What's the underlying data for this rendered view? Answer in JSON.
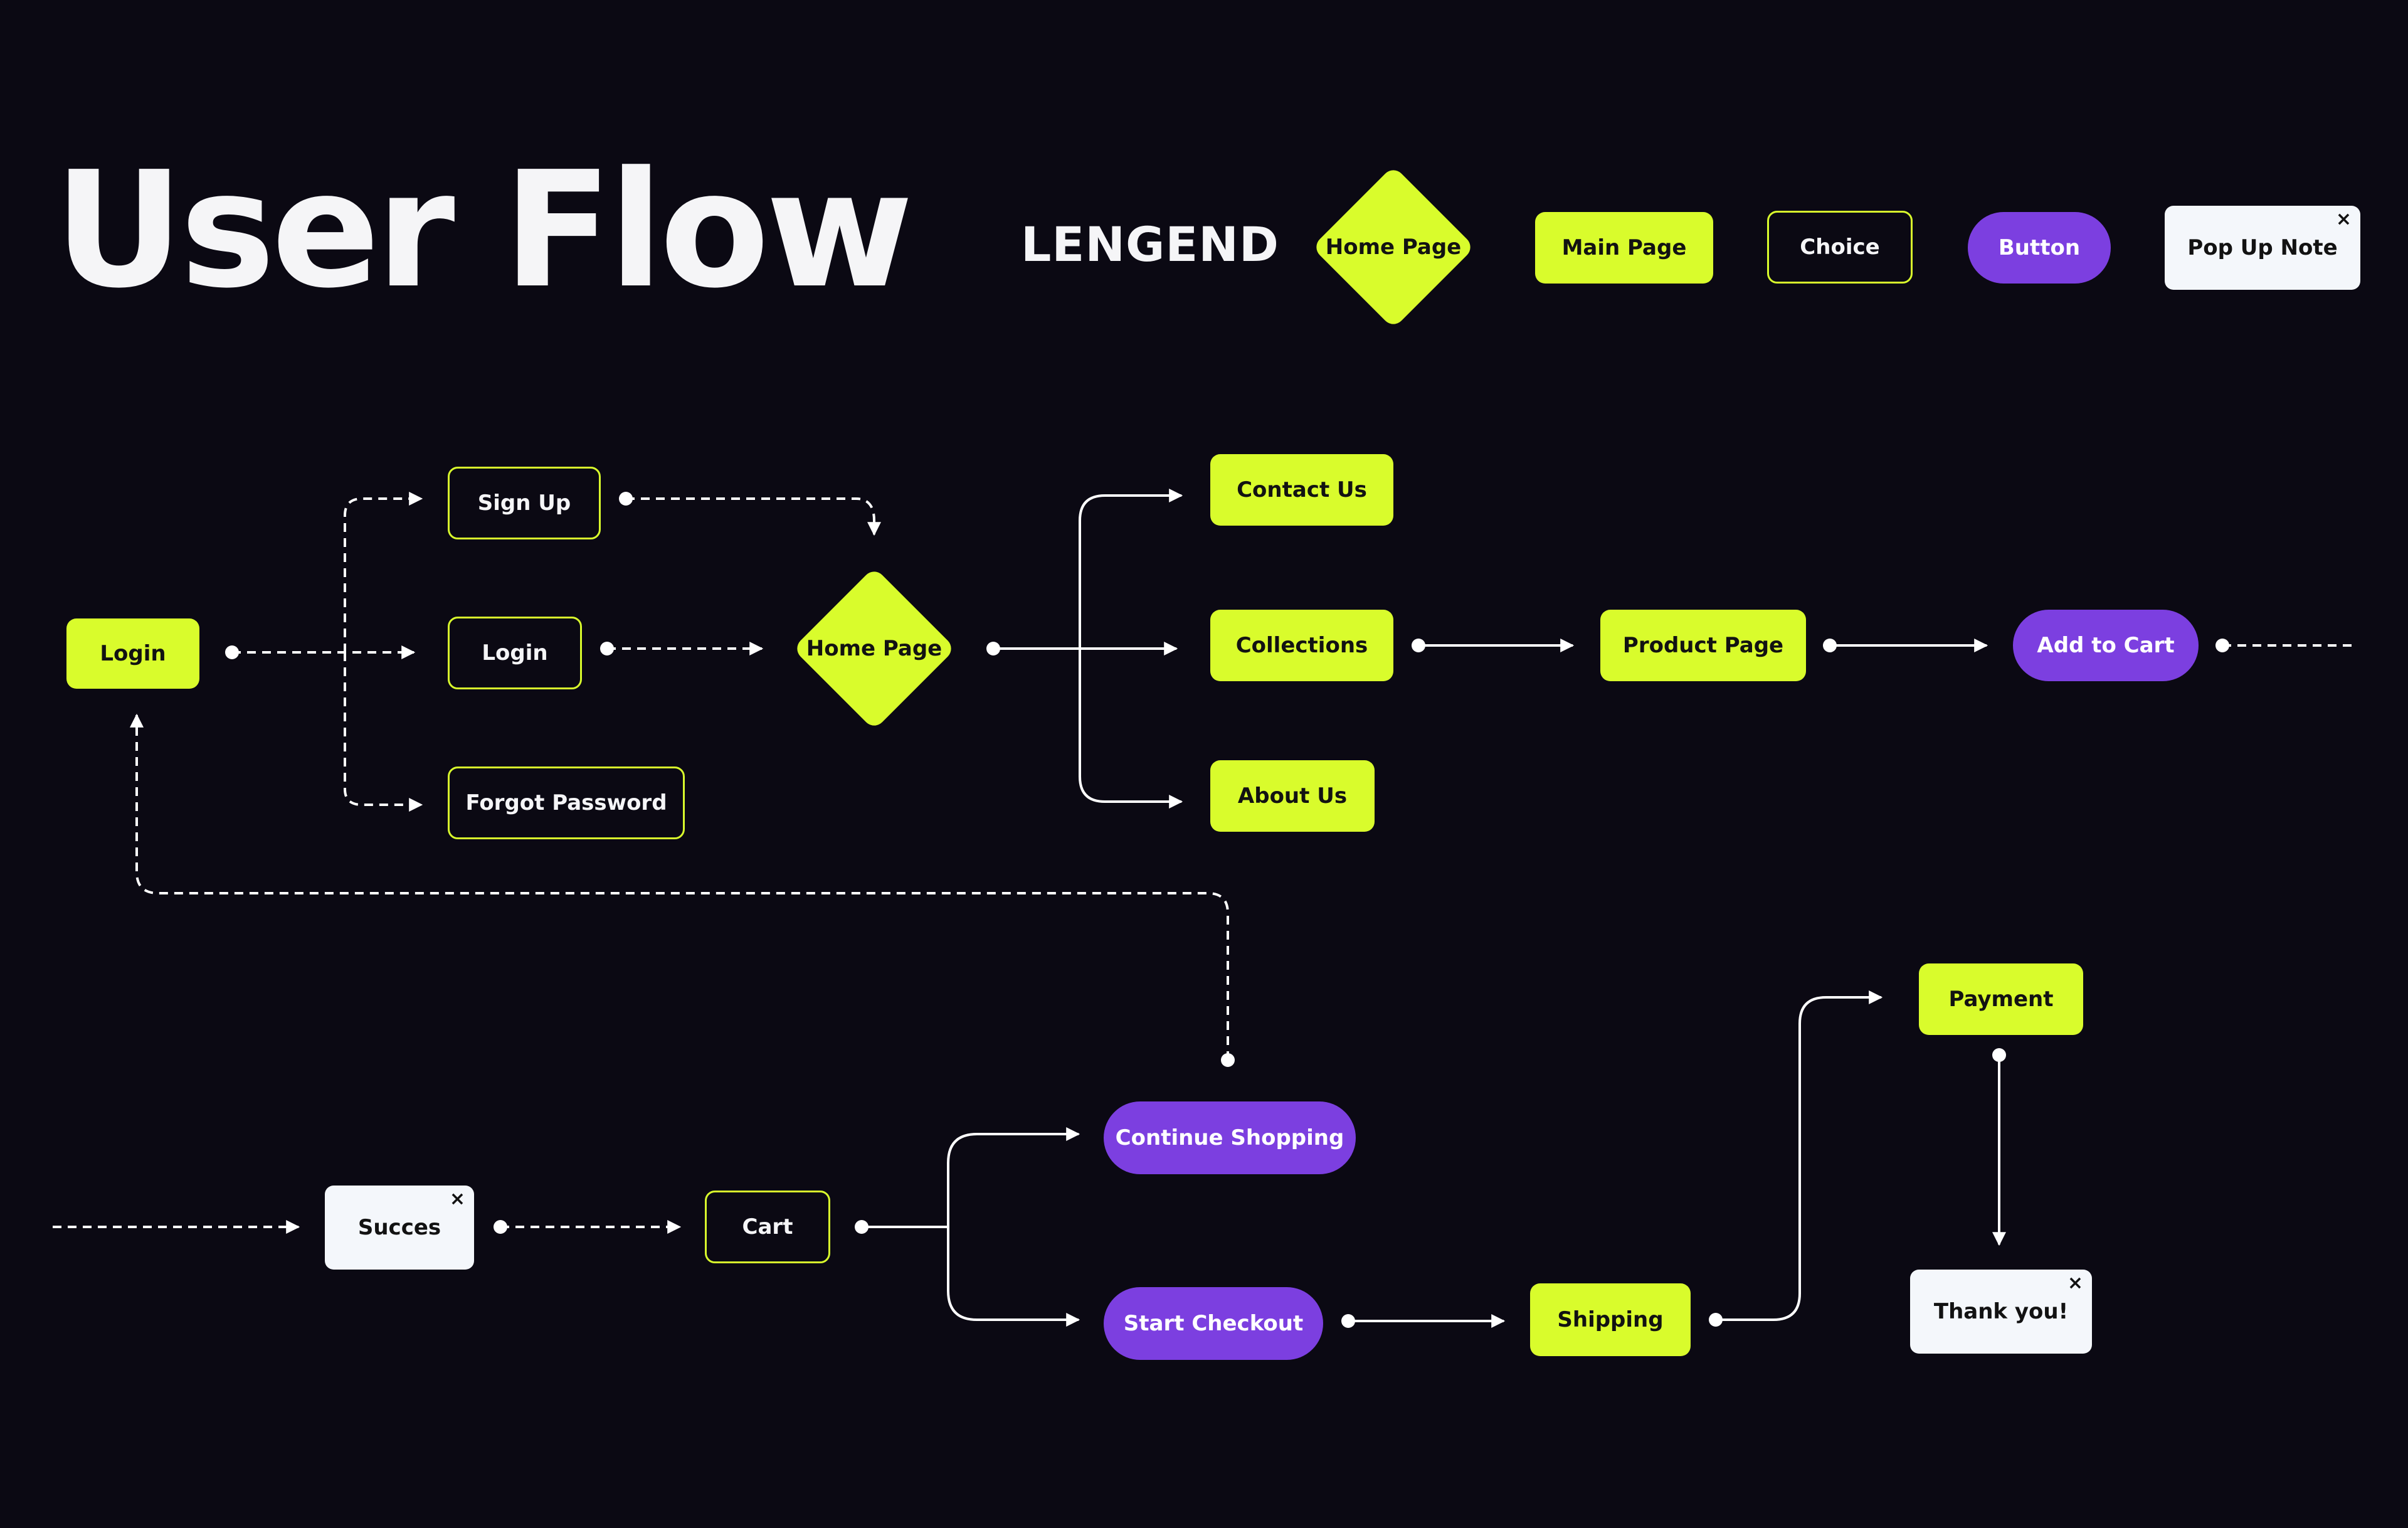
{
  "title": "User Flow",
  "legend": {
    "heading": "LENGEND",
    "home_page": "Home Page",
    "main_page": "Main Page",
    "choice": "Choice",
    "button": "Button",
    "popup": "Pop Up Note"
  },
  "nodes": {
    "login_main": "Login",
    "sign_up": "Sign Up",
    "login_choice": "Login",
    "forgot_password": "Forgot Password",
    "home_page": "Home Page",
    "contact_us": "Contact Us",
    "collections": "Collections",
    "about_us": "About Us",
    "product_page": "Product Page",
    "add_to_cart": "Add to Cart",
    "success": "Succes",
    "cart": "Cart",
    "continue_shopping": "Continue Shopping",
    "start_checkout": "Start Checkout",
    "shipping": "Shipping",
    "payment": "Payment",
    "thank_you": "Thank you!"
  },
  "close_glyph": "×",
  "colors": {
    "background": "#0b0913",
    "main_page": "#d9fc2c",
    "button": "#7c3fe0",
    "popup": "#f4f7fb",
    "text_light": "#f5f5f7",
    "line": "#ffffff"
  }
}
